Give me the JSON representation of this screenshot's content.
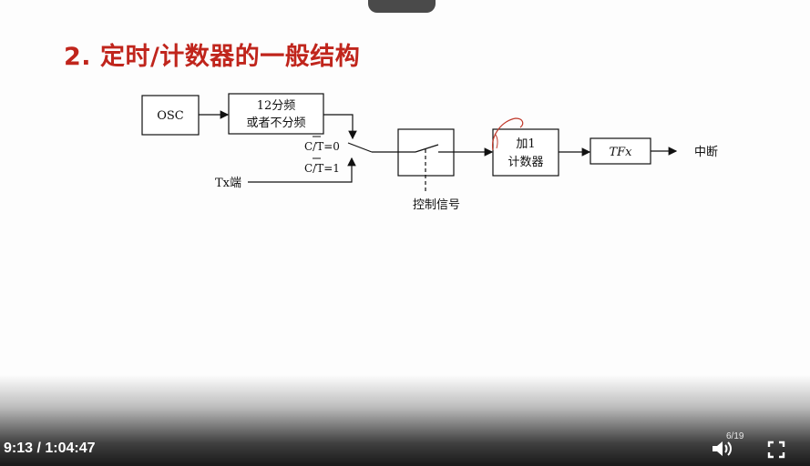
{
  "slide": {
    "title": "2. 定时/计数器的一般结构",
    "diagram": {
      "osc_label": "OSC",
      "divider_line1": "12分频",
      "divider_line2": "或者不分频",
      "ct0_label": "C/T=0",
      "ct1_label": "C/T=1",
      "tx_label": "Tx端",
      "control_label": "控制信号",
      "counter_line1": "加1",
      "counter_line2": "计数器",
      "tf_label": "TFx",
      "interrupt_label": "中断"
    }
  },
  "player": {
    "time": "9:13 / 1:04:47",
    "page_indicator": "6/19",
    "icons": {
      "volume": "volume-icon",
      "fullscreen": "fullscreen-icon",
      "top_left": "window-icon",
      "top_right": "share-icon"
    },
    "colors": {
      "title": "#c0251c",
      "annotation": "#c0392b"
    }
  }
}
